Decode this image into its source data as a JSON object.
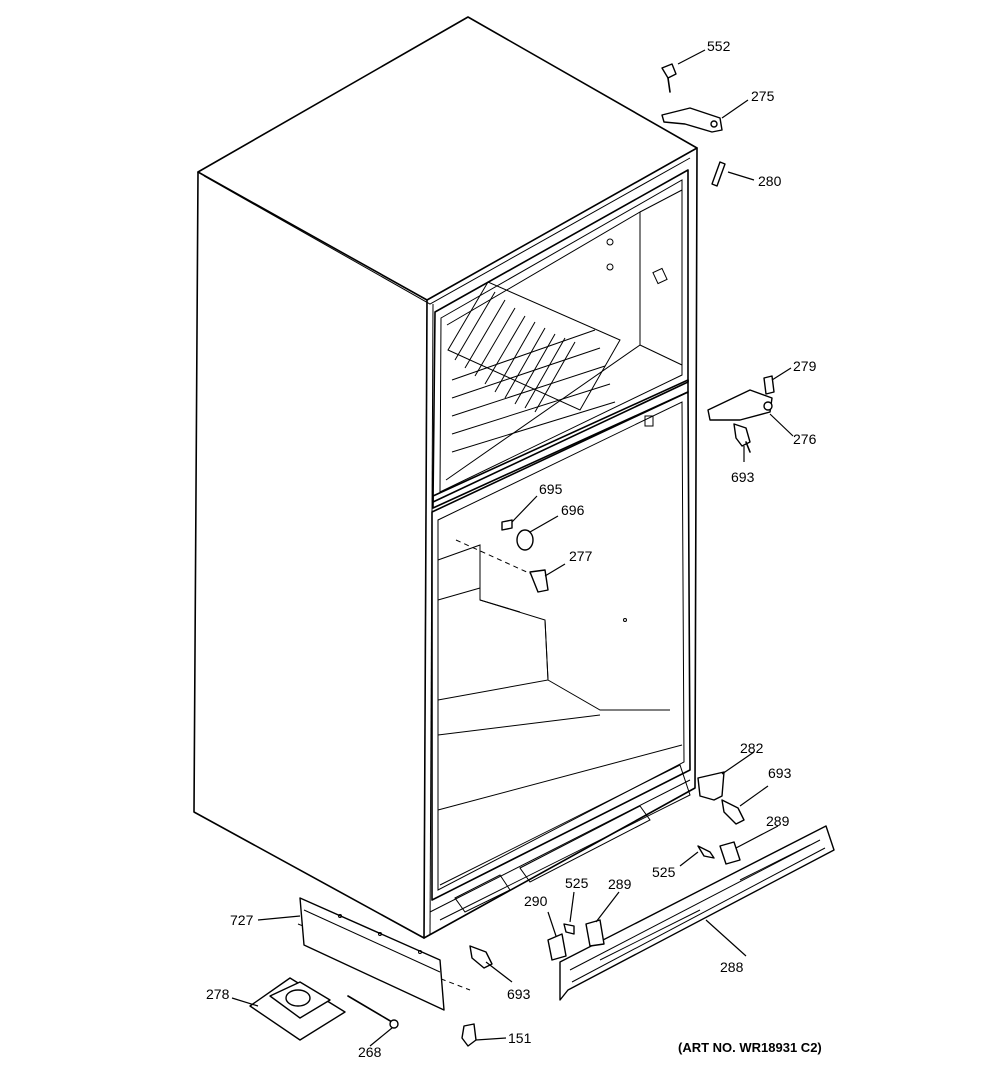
{
  "callouts": {
    "c552": "552",
    "c275": "275",
    "c280": "280",
    "c279": "279",
    "c276": "276",
    "c693a": "693",
    "c695": "695",
    "c696": "696",
    "c277": "277",
    "c282": "282",
    "c693b": "693",
    "c289a": "289",
    "c525a": "525",
    "c525b": "525",
    "c289b": "289",
    "c290": "290",
    "c288": "288",
    "c693c": "693",
    "c727": "727",
    "c278": "278",
    "c268": "268",
    "c151": "151"
  },
  "art_number": "(ART NO. WR18931 C2)"
}
